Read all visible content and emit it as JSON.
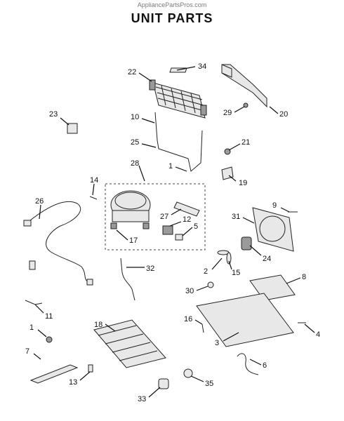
{
  "header": {
    "watermark": "AppliancePartsPros.com",
    "title": "UNIT PARTS"
  },
  "callouts": [
    "34",
    "22",
    "20",
    "29",
    "10",
    "23",
    "25",
    "21",
    "1",
    "28",
    "19",
    "14",
    "9",
    "26",
    "27",
    "31",
    "12",
    "5",
    "17",
    "24",
    "15",
    "2",
    "32",
    "8",
    "30",
    "11",
    "16",
    "4",
    "18",
    "3",
    "1",
    "7",
    "6",
    "13",
    "35",
    "33"
  ]
}
